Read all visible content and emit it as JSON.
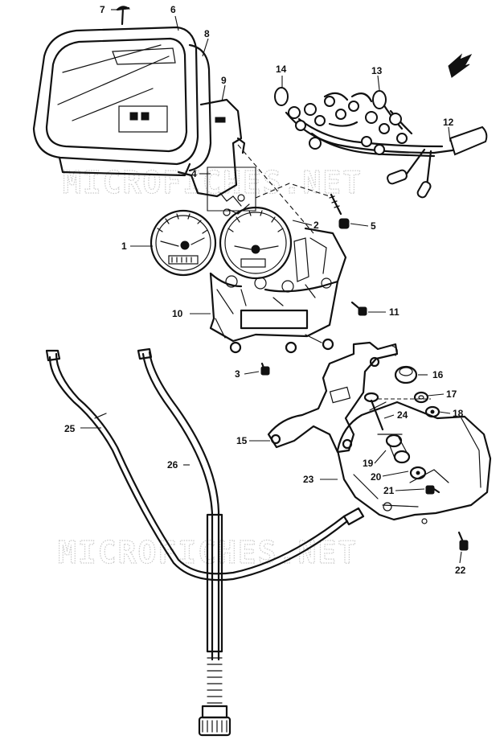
{
  "watermark": {
    "text_top": "MICROFICHES.NET",
    "text_bottom": "MICROFICHES.NET"
  },
  "callouts": {
    "p1": "1",
    "p2": "2",
    "p3": "3",
    "p4": "4",
    "p5": "5",
    "p6": "6",
    "p7": "7",
    "p8": "8",
    "p9": "9",
    "p10": "10",
    "p11": "11",
    "p12": "12",
    "p13": "13",
    "p14": "14",
    "p15": "15",
    "p16": "16",
    "p17": "17",
    "p18": "18",
    "p19": "19",
    "p20": "20",
    "p21": "21",
    "p22": "22",
    "p23": "23",
    "p24": "24",
    "p25": "25",
    "p26": "26"
  },
  "colors": {
    "ink": "#111111",
    "background": "#ffffff",
    "watermark": "#c9c9c9"
  },
  "icons": {
    "direction": "front-arrow-icon"
  }
}
